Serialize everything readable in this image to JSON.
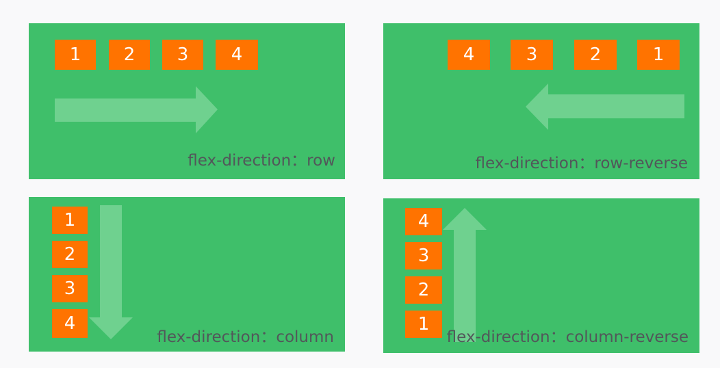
{
  "colors": {
    "background": "#f9f9fa",
    "panel": "#3fbf6a",
    "item": "#ff7300",
    "item_text": "#ffffff",
    "arrow": "#6fd18f",
    "caption": "#52575a"
  },
  "panels": [
    {
      "caption": "flex-direction：row",
      "items": [
        "1",
        "2",
        "3",
        "4"
      ],
      "arrow_direction": "right"
    },
    {
      "caption": "flex-direction：row-reverse",
      "items": [
        "4",
        "3",
        "2",
        "1"
      ],
      "arrow_direction": "left"
    },
    {
      "caption": "flex-direction：column",
      "items": [
        "1",
        "2",
        "3",
        "4"
      ],
      "arrow_direction": "down"
    },
    {
      "caption": "flex-direction：column-reverse",
      "items": [
        "4",
        "3",
        "2",
        "1"
      ],
      "arrow_direction": "up"
    }
  ]
}
